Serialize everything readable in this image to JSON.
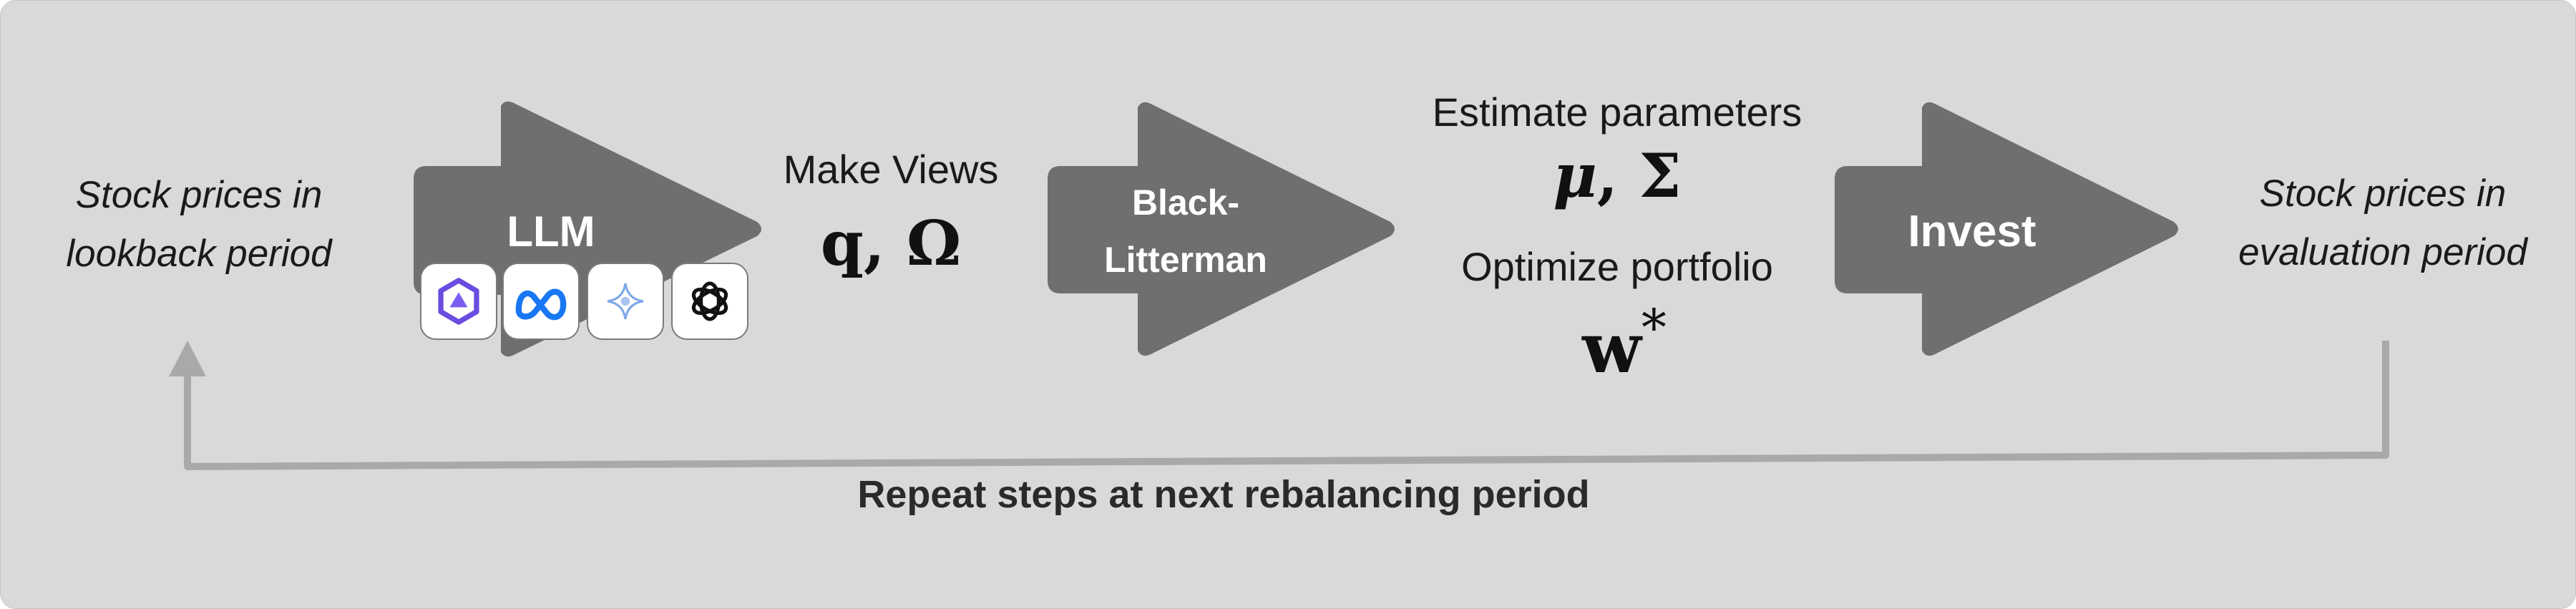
{
  "input": {
    "line1": "Stock prices in",
    "line2": "lookback period"
  },
  "llm_step": {
    "label": "LLM",
    "model_icons": [
      "qwen-icon",
      "meta-icon",
      "gemma-icon",
      "openai-icon"
    ]
  },
  "views_step": {
    "caption": "Make Views",
    "math_q": "q",
    "math_sep": ",",
    "math_omega": "Ω"
  },
  "bl_step": {
    "line1": "Black-",
    "line2": "Litterman"
  },
  "optimize_step": {
    "estimate_caption": "Estimate parameters",
    "math_mu": "μ",
    "math_sep": ",",
    "math_sigma": "Σ",
    "optimize_caption": "Optimize portfolio",
    "math_w": "w",
    "math_star": "*"
  },
  "invest_step": {
    "label": "Invest"
  },
  "output": {
    "line1": "Stock prices in",
    "line2": "evaluation period"
  },
  "loop": {
    "label": "Repeat steps at next rebalancing period"
  },
  "colors": {
    "background": "#d9d9d9",
    "arrow_fill": "#6f6f6f",
    "loop_line": "#a9a9a9",
    "text": "#1a1a1a"
  }
}
